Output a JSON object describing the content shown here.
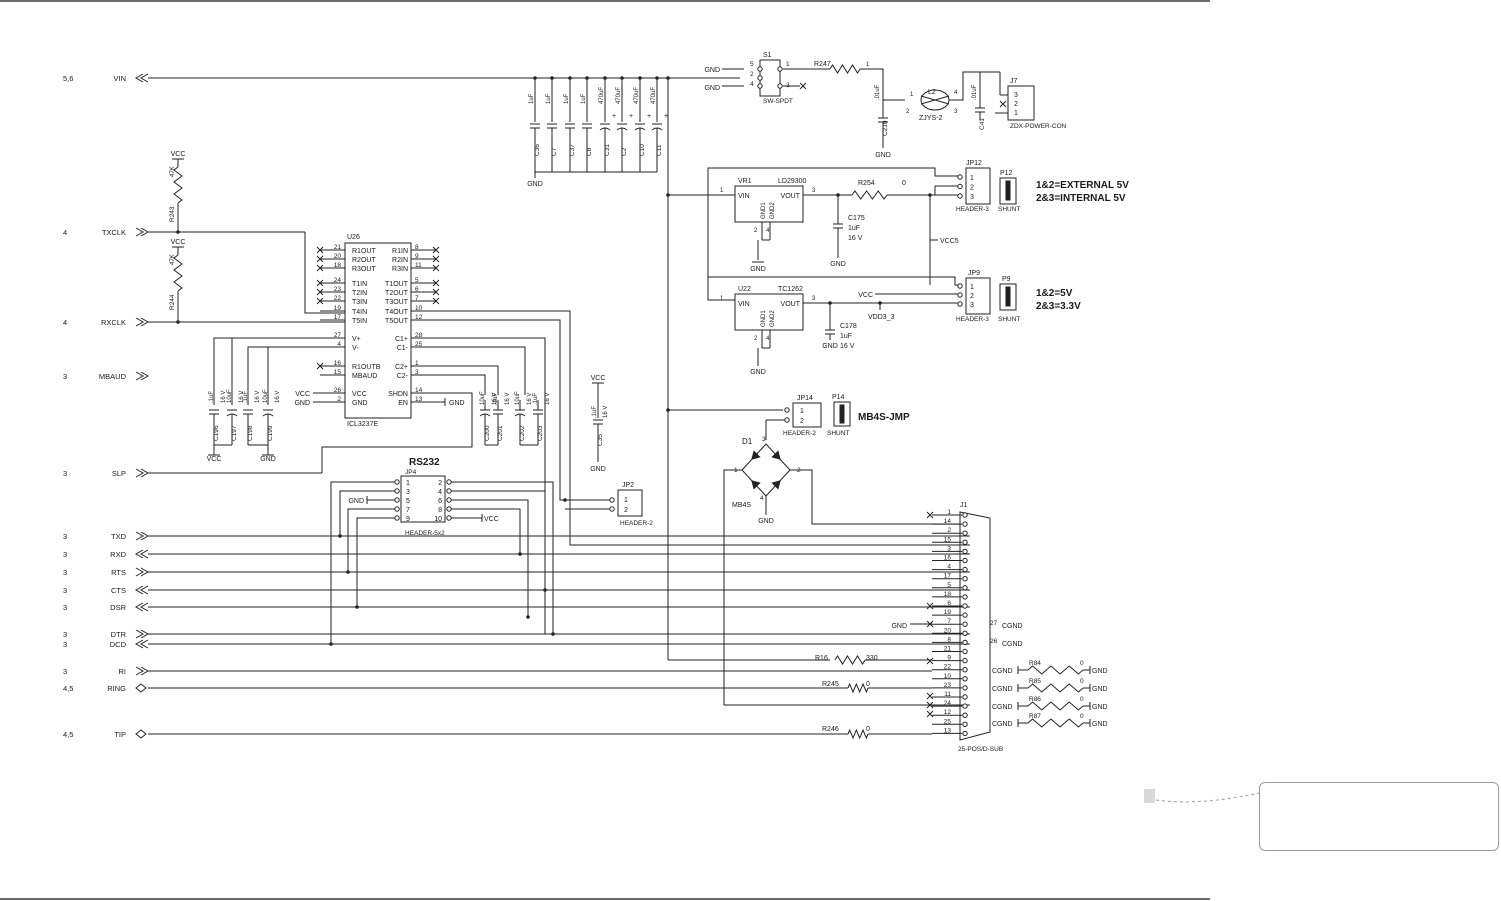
{
  "page": {
    "ports": [
      {
        "tag": "5,6",
        "net": "VIN",
        "dir": "in"
      },
      {
        "tag": "4",
        "net": "TXCLK",
        "dir": "out"
      },
      {
        "tag": "4",
        "net": "RXCLK",
        "dir": "out"
      },
      {
        "tag": "3",
        "net": "MBAUD",
        "dir": "out"
      },
      {
        "tag": "3",
        "net": "SLP",
        "dir": "out"
      },
      {
        "tag": "3",
        "net": "TXD",
        "dir": "out"
      },
      {
        "tag": "3",
        "net": "RXD",
        "dir": "in"
      },
      {
        "tag": "3",
        "net": "RTS",
        "dir": "out"
      },
      {
        "tag": "3",
        "net": "CTS",
        "dir": "in"
      },
      {
        "tag": "3",
        "net": "DSR",
        "dir": "in"
      },
      {
        "tag": "3",
        "net": "DTR",
        "dir": "out"
      },
      {
        "tag": "3",
        "net": "DCD",
        "dir": "in"
      },
      {
        "tag": "3",
        "net": "RI",
        "dir": "out"
      },
      {
        "tag": "4,5",
        "net": "RING",
        "dir": "bi"
      },
      {
        "tag": "4,5",
        "net": "TIP",
        "dir": "bi"
      }
    ],
    "u26": {
      "ref": "U26",
      "part": "ICL3237E",
      "left": [
        {
          "n": "21",
          "s": "R1OUT"
        },
        {
          "n": "20",
          "s": "R2OUT"
        },
        {
          "n": "18",
          "s": "R3OUT"
        },
        {
          "n": "24",
          "s": "T1IN"
        },
        {
          "n": "23",
          "s": "T2IN"
        },
        {
          "n": "22",
          "s": "T3IN"
        },
        {
          "n": "19",
          "s": "T4IN"
        },
        {
          "n": "17",
          "s": "T5IN"
        },
        {
          "n": "27",
          "s": "V+"
        },
        {
          "n": "4",
          "s": "V-"
        },
        {
          "n": "16",
          "s": "R1OUTB"
        },
        {
          "n": "15",
          "s": "MBAUD"
        },
        {
          "n": "26",
          "s": "VCC"
        },
        {
          "n": "2",
          "s": "GND"
        }
      ],
      "right": [
        {
          "n": "8",
          "s": "R1IN"
        },
        {
          "n": "9",
          "s": "R2IN"
        },
        {
          "n": "11",
          "s": "R3IN"
        },
        {
          "n": "5",
          "s": "T1OUT"
        },
        {
          "n": "6",
          "s": "T2OUT"
        },
        {
          "n": "7",
          "s": "T3OUT"
        },
        {
          "n": "10",
          "s": "T4OUT"
        },
        {
          "n": "12",
          "s": "T5OUT"
        },
        {
          "n": "28",
          "s": "C1+"
        },
        {
          "n": "25",
          "s": "C1-"
        },
        {
          "n": "1",
          "s": "C2+"
        },
        {
          "n": "3",
          "s": "C2-"
        },
        {
          "n": "14",
          "s": "SHDN"
        },
        {
          "n": "13",
          "s": "EN"
        }
      ]
    },
    "caps_top": [
      {
        "ref": "C36",
        "val": "1uF"
      },
      {
        "ref": "C7",
        "val": "1uF"
      },
      {
        "ref": "C37",
        "val": "1uF"
      },
      {
        "ref": "C8",
        "val": "1uF"
      },
      {
        "ref": "C31",
        "val": "470uF"
      },
      {
        "ref": "C2",
        "val": "470uF"
      },
      {
        "ref": "C10",
        "val": "470uF"
      },
      {
        "ref": "C11",
        "val": "470uF"
      }
    ],
    "caps_left": [
      {
        "ref": "C196",
        "val": ".1uF"
      },
      {
        "ref": "C197",
        "val": "10uF"
      },
      {
        "ref": "C198",
        "val": ".1uF"
      },
      {
        "ref": "C199",
        "val": "10uF"
      }
    ],
    "caps_mid": [
      {
        "ref": "C200",
        "val": "10uF"
      },
      {
        "ref": "C201",
        "val": ".1uF"
      },
      {
        "ref": "C202",
        "val": "10uF"
      },
      {
        "ref": "C203",
        "val": ".1uF"
      }
    ],
    "v16": "16 V",
    "labels": {
      "vcc": "VCC",
      "gnd": "GND",
      "cgnd": "CGND",
      "vcc5": "VCC5",
      "vdd3": "VDD3_3",
      "r243": "R243",
      "r244": "R244",
      "k47": "47K",
      "s1": "S1",
      "sw": "SW-SPDT",
      "r247": "R247",
      "c210": "C210",
      "c41": "C41",
      "c01": ".01uF",
      "l2": "L2",
      "zjys": "ZJYS-2",
      "j7": "J7",
      "zdx": "ZDX-POWER-CON",
      "vr1": "VR1",
      "ld": "LD29300",
      "vin": "VIN",
      "vout": "VOUT",
      "gnd1": "GND1",
      "gnd2": "GND2",
      "r254": "R254",
      "zero": "0",
      "c175": "C175",
      "c178": "C178",
      "uf1": "1uF",
      "u22": "U22",
      "tc": "TC1262",
      "jp12": "JP12",
      "jp9": "JP9",
      "jp14": "JP14",
      "jp2": "JP2",
      "jp4": "JP4",
      "p12": "P12",
      "p9": "P9",
      "p14": "P14",
      "hdr3": "HEADER-3",
      "hdr2": "HEADER-2",
      "shunt": "SHUNT",
      "hdr5x2": "HEADER-5x2",
      "note1": "1&2=EXTERNAL 5V",
      "note2": "2&3=INTERNAL 5V",
      "note3": "1&2=5V",
      "note4": "2&3=3.3V",
      "mb4sjmp": "MB4S-JMP",
      "d1": "D1",
      "mb4s": "MB4S",
      "c35": "C35",
      "uf01": ".1uF",
      "rs232": "RS232",
      "r16": "R16",
      "r330": "330",
      "r245": "R245",
      "r246": "R246",
      "j1": "J1",
      "dsub": "25-POS/D-SUB",
      "r84": "R84",
      "r85": "R85",
      "r86": "R86",
      "r87": "R87"
    },
    "jp4_left": [
      "1",
      "3",
      "5",
      "7",
      "9"
    ],
    "jp4_right": [
      "2",
      "4",
      "6",
      "8",
      "10"
    ],
    "j1_pins": [
      "1",
      "14",
      "2",
      "15",
      "3",
      "16",
      "4",
      "17",
      "5",
      "18",
      "6",
      "19",
      "7",
      "20",
      "8",
      "21",
      "9",
      "22",
      "10",
      "23",
      "11",
      "24",
      "12",
      "25",
      "13"
    ]
  }
}
